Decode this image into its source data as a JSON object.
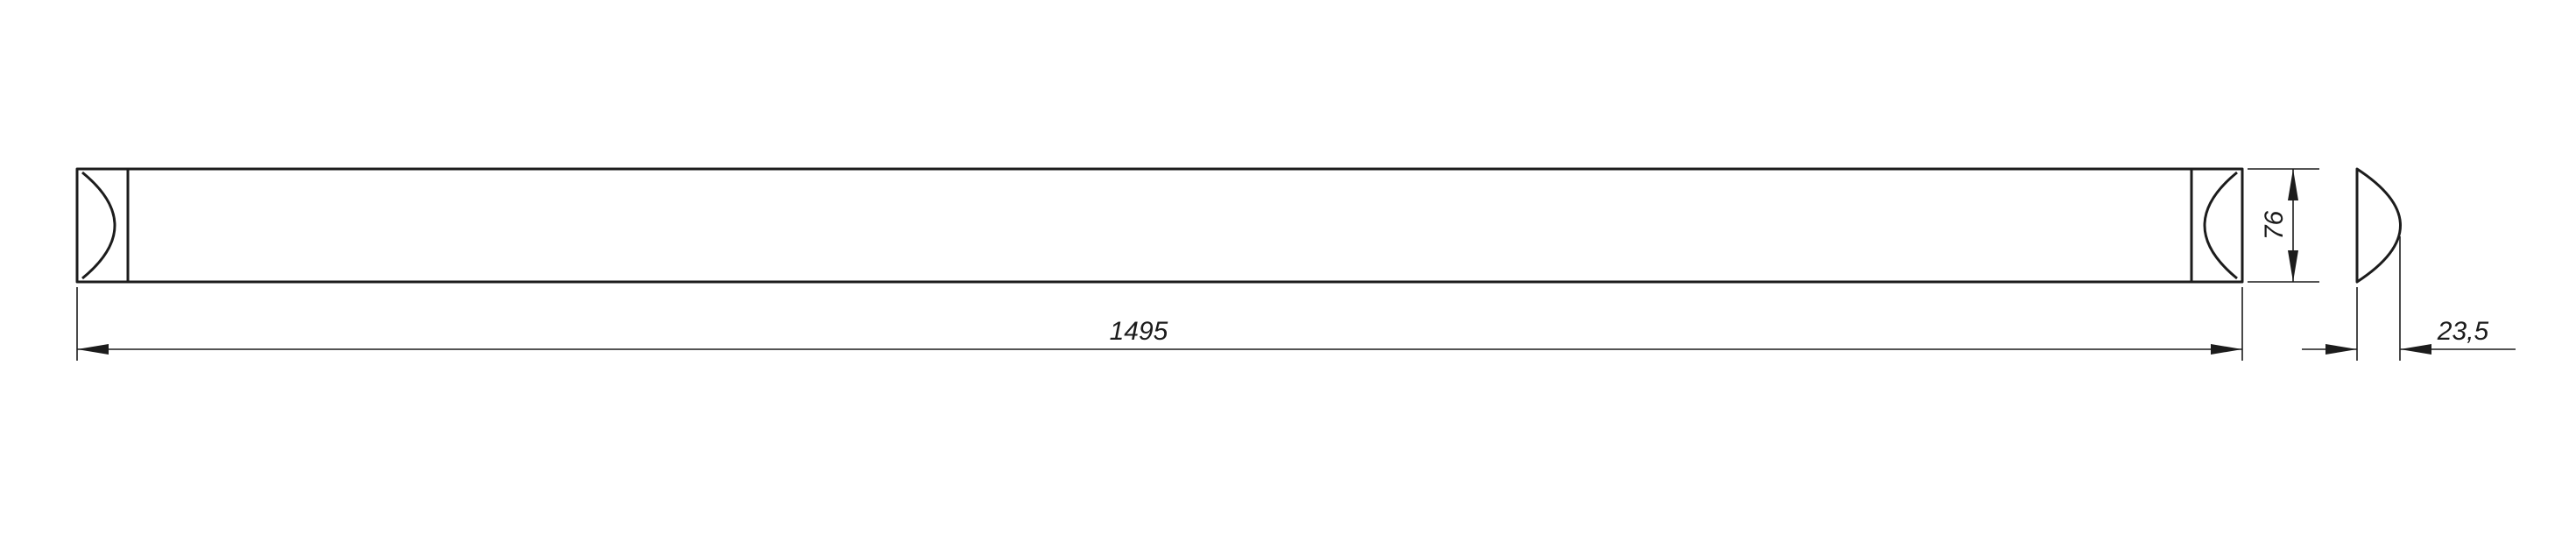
{
  "page": {
    "background": "#ffffff",
    "line_color": "#1c1c1c"
  },
  "drawing": {
    "type": "technical-dimension-drawing",
    "subject": "linear-luminaire-profile",
    "views": [
      {
        "name": "front-view",
        "description": "long body with domed end caps"
      },
      {
        "name": "side-view",
        "description": "plano-convex profile section"
      }
    ],
    "dimensions": {
      "length": "1495",
      "height": "76",
      "depth": "23,5"
    }
  }
}
